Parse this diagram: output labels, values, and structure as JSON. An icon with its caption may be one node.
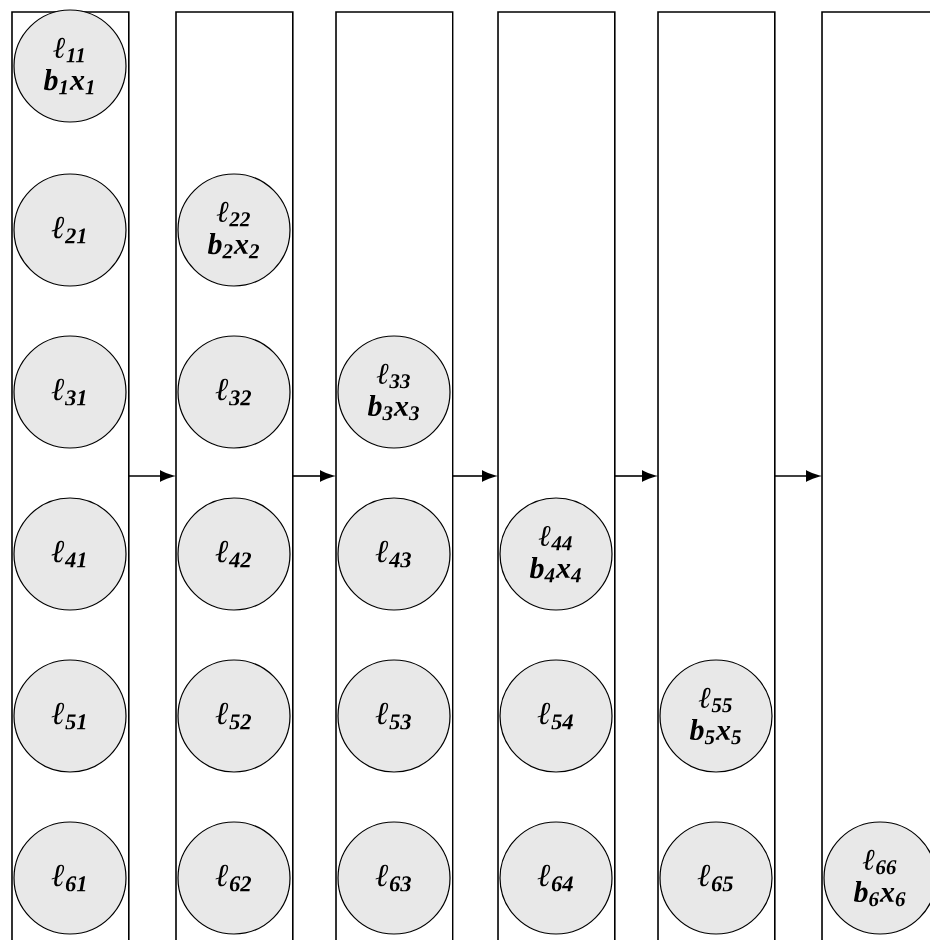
{
  "diagram": {
    "nodes": [
      {
        "text": [],
        "shape": "box"
      },
      {
        "text": [
          "ℓ$_{11}$",
          "b$_{1}$x$_{1}$"
        ],
        "in": 0
      },
      {
        "text": [
          "ℓ$_{21}$"
        ],
        "in": 0
      },
      {
        "text": [
          "ℓ$_{31}$"
        ],
        "in": 0
      },
      {
        "text": [
          "ℓ$_{41}$"
        ],
        "in": 0
      },
      {
        "text": [
          "ℓ$_{51}$"
        ],
        "in": 0
      },
      {
        "text": [
          "ℓ$_{61}$"
        ],
        "in": 0
      },
      {
        "text": [],
        "shape": "box"
      },
      {
        "text": [
          "ℓ$_{22}$",
          "b$_{2}$x$_{2}$"
        ],
        "in": 7
      },
      {
        "text": [
          "ℓ$_{32}$"
        ],
        "in": 7
      },
      {
        "text": [
          "ℓ$_{42}$"
        ],
        "in": 7
      },
      {
        "text": [
          "ℓ$_{52}$"
        ],
        "in": 7
      },
      {
        "text": [
          "ℓ$_{62}$"
        ],
        "in": 7
      },
      {
        "text": [],
        "shape": "box"
      },
      {
        "text": [
          "ℓ$_{33}$",
          "b$_{3}$x$_{3}$"
        ],
        "in": 13
      },
      {
        "text": [
          "ℓ$_{43}$"
        ],
        "in": 13
      },
      {
        "text": [
          "ℓ$_{53}$"
        ],
        "in": 13
      },
      {
        "text": [
          "ℓ$_{63}$"
        ],
        "in": 13
      },
      {
        "text": [],
        "shape": "box"
      },
      {
        "text": [
          "ℓ$_{44}$",
          "b$_{4}$x$_{4}$"
        ],
        "in": 18
      },
      {
        "text": [
          "ℓ$_{54}$"
        ],
        "in": 18
      },
      {
        "text": [
          "ℓ$_{64}$"
        ],
        "in": 18
      },
      {
        "text": [],
        "shape": "box"
      },
      {
        "text": [
          "ℓ$_{55}$",
          "b$_{5}$x$_{5}$"
        ],
        "in": 22
      },
      {
        "text": [
          "ℓ$_{65}$"
        ],
        "in": 22
      },
      {
        "text": [],
        "shape": "box"
      },
      {
        "text": [
          "ℓ$_{66}$",
          "b$_{6}$x$_{6}$"
        ],
        "in": 25
      }
    ],
    "edges": [
      {
        "from": 0,
        "to": 7,
        "arrow": "to"
      },
      {
        "from": 7,
        "to": 13,
        "arrow": "to"
      },
      {
        "from": 13,
        "to": 18,
        "arrow": "to"
      },
      {
        "from": 18,
        "to": 22,
        "arrow": "to"
      },
      {
        "from": 22,
        "to": 25,
        "arrow": "to"
      }
    ]
  }
}
